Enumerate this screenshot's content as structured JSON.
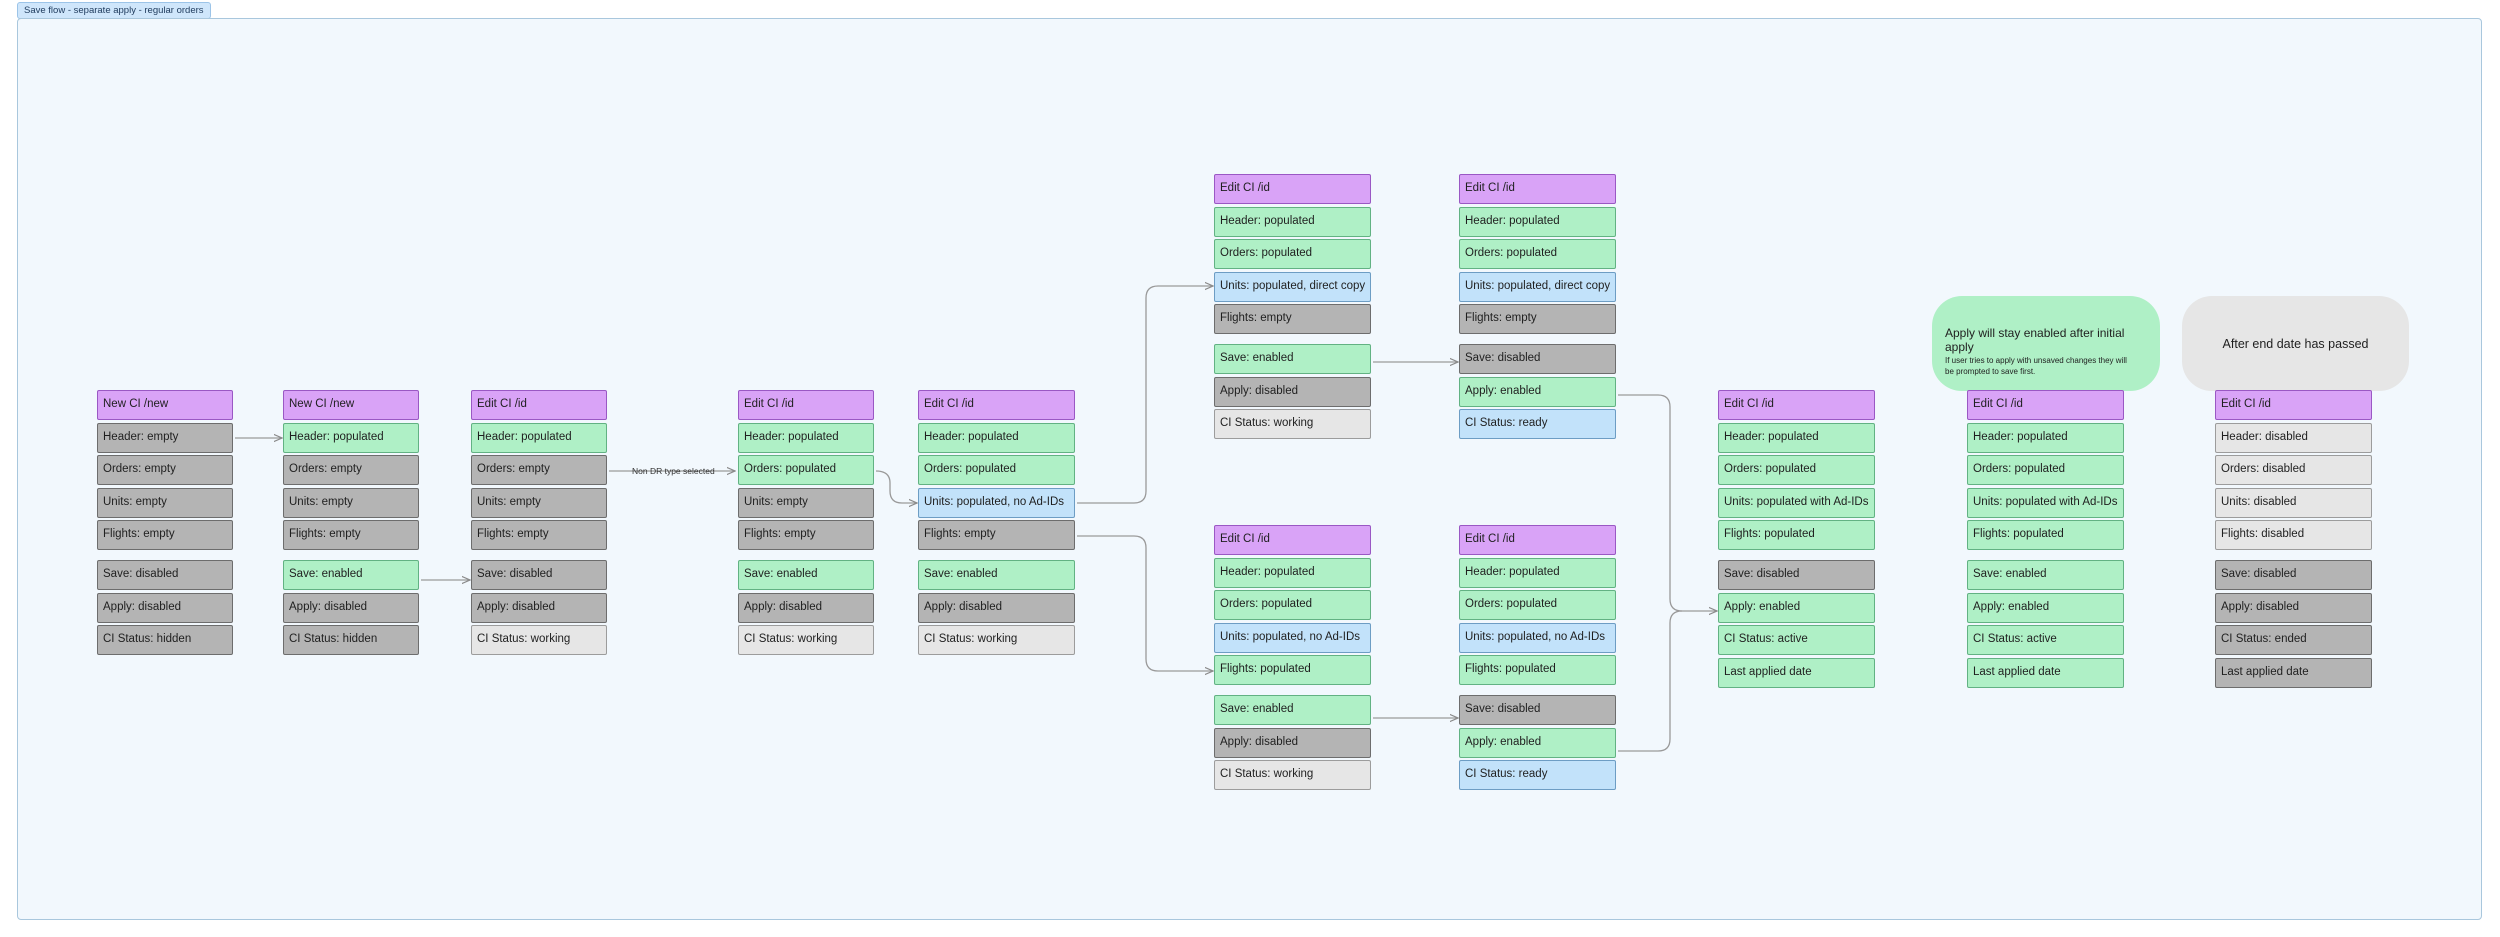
{
  "frame": {
    "title": "Save flow - separate apply - regular orders"
  },
  "edge_label": "Non DR type selected",
  "notes": {
    "apply": {
      "title": "Apply will stay enabled after initial apply",
      "subtitle": "If user tries to apply with unsaved changes they will be prompted to save first."
    },
    "end": {
      "title": "After end date has passed"
    }
  },
  "colors": {
    "purple": "#d9a3f7",
    "green": "#aff0c6",
    "gray": "#b4b4b4",
    "light": "#e6e6e6",
    "blue": "#c2e2fa",
    "frame": "#f2f8fd"
  },
  "columns": [
    {
      "id": "c1",
      "cells": [
        {
          "label": "New CI /new",
          "color": "purple"
        },
        {
          "label": "Header: empty",
          "color": "gray"
        },
        {
          "label": "Orders: empty",
          "color": "gray"
        },
        {
          "label": "Units: empty",
          "color": "gray"
        },
        {
          "label": "Flights: empty",
          "color": "gray"
        },
        {
          "label": "Save: disabled",
          "color": "gray",
          "sep": true
        },
        {
          "label": "Apply: disabled",
          "color": "gray"
        },
        {
          "label": "CI Status: hidden",
          "color": "gray"
        }
      ]
    },
    {
      "id": "c2",
      "cells": [
        {
          "label": "New CI /new",
          "color": "purple"
        },
        {
          "label": "Header: populated",
          "color": "green"
        },
        {
          "label": "Orders: empty",
          "color": "gray"
        },
        {
          "label": "Units: empty",
          "color": "gray"
        },
        {
          "label": "Flights: empty",
          "color": "gray"
        },
        {
          "label": "Save: enabled",
          "color": "green",
          "sep": true
        },
        {
          "label": "Apply: disabled",
          "color": "gray"
        },
        {
          "label": "CI Status: hidden",
          "color": "gray"
        }
      ]
    },
    {
      "id": "c3",
      "cells": [
        {
          "label": "Edit CI /id",
          "color": "purple"
        },
        {
          "label": "Header: populated",
          "color": "green"
        },
        {
          "label": "Orders: empty",
          "color": "gray"
        },
        {
          "label": "Units: empty",
          "color": "gray"
        },
        {
          "label": "Flights: empty",
          "color": "gray"
        },
        {
          "label": "Save: disabled",
          "color": "gray",
          "sep": true
        },
        {
          "label": "Apply: disabled",
          "color": "gray"
        },
        {
          "label": "CI Status: working",
          "color": "light"
        }
      ]
    },
    {
      "id": "c4",
      "cells": [
        {
          "label": "Edit CI /id",
          "color": "purple"
        },
        {
          "label": "Header: populated",
          "color": "green"
        },
        {
          "label": "Orders: populated",
          "color": "green"
        },
        {
          "label": "Units: empty",
          "color": "gray"
        },
        {
          "label": "Flights: empty",
          "color": "gray"
        },
        {
          "label": "Save: enabled",
          "color": "green",
          "sep": true
        },
        {
          "label": "Apply: disabled",
          "color": "gray"
        },
        {
          "label": "CI Status: working",
          "color": "light"
        }
      ]
    },
    {
      "id": "c5",
      "cells": [
        {
          "label": "Edit CI /id",
          "color": "purple"
        },
        {
          "label": "Header: populated",
          "color": "green"
        },
        {
          "label": "Orders: populated",
          "color": "green"
        },
        {
          "label": "Units: populated, no Ad-IDs",
          "color": "blue"
        },
        {
          "label": "Flights: empty",
          "color": "gray"
        },
        {
          "label": "Save: enabled",
          "color": "green",
          "sep": true
        },
        {
          "label": "Apply: disabled",
          "color": "gray"
        },
        {
          "label": "CI Status: working",
          "color": "light"
        }
      ]
    },
    {
      "id": "c6",
      "cells": [
        {
          "label": "Edit CI /id",
          "color": "purple"
        },
        {
          "label": "Header: populated",
          "color": "green"
        },
        {
          "label": "Orders: populated",
          "color": "green"
        },
        {
          "label": "Units: populated, direct copy",
          "color": "blue"
        },
        {
          "label": "Flights: empty",
          "color": "gray"
        },
        {
          "label": "Save: enabled",
          "color": "green",
          "sep": true
        },
        {
          "label": "Apply: disabled",
          "color": "gray"
        },
        {
          "label": "CI Status: working",
          "color": "light"
        }
      ]
    },
    {
      "id": "c7",
      "cells": [
        {
          "label": "Edit CI /id",
          "color": "purple"
        },
        {
          "label": "Header: populated",
          "color": "green"
        },
        {
          "label": "Orders: populated",
          "color": "green"
        },
        {
          "label": "Units: populated, direct copy",
          "color": "blue"
        },
        {
          "label": "Flights: empty",
          "color": "gray"
        },
        {
          "label": "Save: disabled",
          "color": "gray",
          "sep": true
        },
        {
          "label": "Apply: enabled",
          "color": "green"
        },
        {
          "label": "CI Status: ready",
          "color": "blue"
        }
      ]
    },
    {
      "id": "c8",
      "cells": [
        {
          "label": "Edit CI /id",
          "color": "purple"
        },
        {
          "label": "Header: populated",
          "color": "green"
        },
        {
          "label": "Orders: populated",
          "color": "green"
        },
        {
          "label": "Units: populated, no Ad-IDs",
          "color": "blue"
        },
        {
          "label": "Flights: populated",
          "color": "green"
        },
        {
          "label": "Save: enabled",
          "color": "green",
          "sep": true
        },
        {
          "label": "Apply: disabled",
          "color": "gray"
        },
        {
          "label": "CI Status: working",
          "color": "light"
        }
      ]
    },
    {
      "id": "c9",
      "cells": [
        {
          "label": "Edit CI /id",
          "color": "purple"
        },
        {
          "label": "Header: populated",
          "color": "green"
        },
        {
          "label": "Orders: populated",
          "color": "green"
        },
        {
          "label": "Units: populated, no Ad-IDs",
          "color": "blue"
        },
        {
          "label": "Flights: populated",
          "color": "green"
        },
        {
          "label": "Save: disabled",
          "color": "gray",
          "sep": true
        },
        {
          "label": "Apply: enabled",
          "color": "green"
        },
        {
          "label": "CI Status: ready",
          "color": "blue"
        }
      ]
    },
    {
      "id": "c10",
      "cells": [
        {
          "label": "Edit CI /id",
          "color": "purple"
        },
        {
          "label": "Header: populated",
          "color": "green"
        },
        {
          "label": "Orders: populated",
          "color": "green"
        },
        {
          "label": "Units: populated with Ad-IDs",
          "color": "green"
        },
        {
          "label": "Flights: populated",
          "color": "green"
        },
        {
          "label": "Save: disabled",
          "color": "gray",
          "sep": true
        },
        {
          "label": "Apply: enabled",
          "color": "green"
        },
        {
          "label": "CI Status: active",
          "color": "green"
        },
        {
          "label": "Last applied date",
          "color": "green"
        }
      ]
    },
    {
      "id": "c11",
      "cells": [
        {
          "label": "Edit CI /id",
          "color": "purple"
        },
        {
          "label": "Header: populated",
          "color": "green"
        },
        {
          "label": "Orders: populated",
          "color": "green"
        },
        {
          "label": "Units: populated with Ad-IDs",
          "color": "green"
        },
        {
          "label": "Flights: populated",
          "color": "green"
        },
        {
          "label": "Save: enabled",
          "color": "green",
          "sep": true
        },
        {
          "label": "Apply: enabled",
          "color": "green"
        },
        {
          "label": "CI Status: active",
          "color": "green"
        },
        {
          "label": "Last applied date",
          "color": "green"
        }
      ]
    },
    {
      "id": "c12",
      "cells": [
        {
          "label": "Edit CI /id",
          "color": "purple"
        },
        {
          "label": "Header: disabled",
          "color": "light"
        },
        {
          "label": "Orders: disabled",
          "color": "light"
        },
        {
          "label": "Units: disabled",
          "color": "light"
        },
        {
          "label": "Flights: disabled",
          "color": "light"
        },
        {
          "label": "Save: disabled",
          "color": "gray",
          "sep": true
        },
        {
          "label": "Apply: disabled",
          "color": "gray"
        },
        {
          "label": "CI Status: ended",
          "color": "gray"
        },
        {
          "label": "Last applied date",
          "color": "gray"
        }
      ]
    }
  ]
}
